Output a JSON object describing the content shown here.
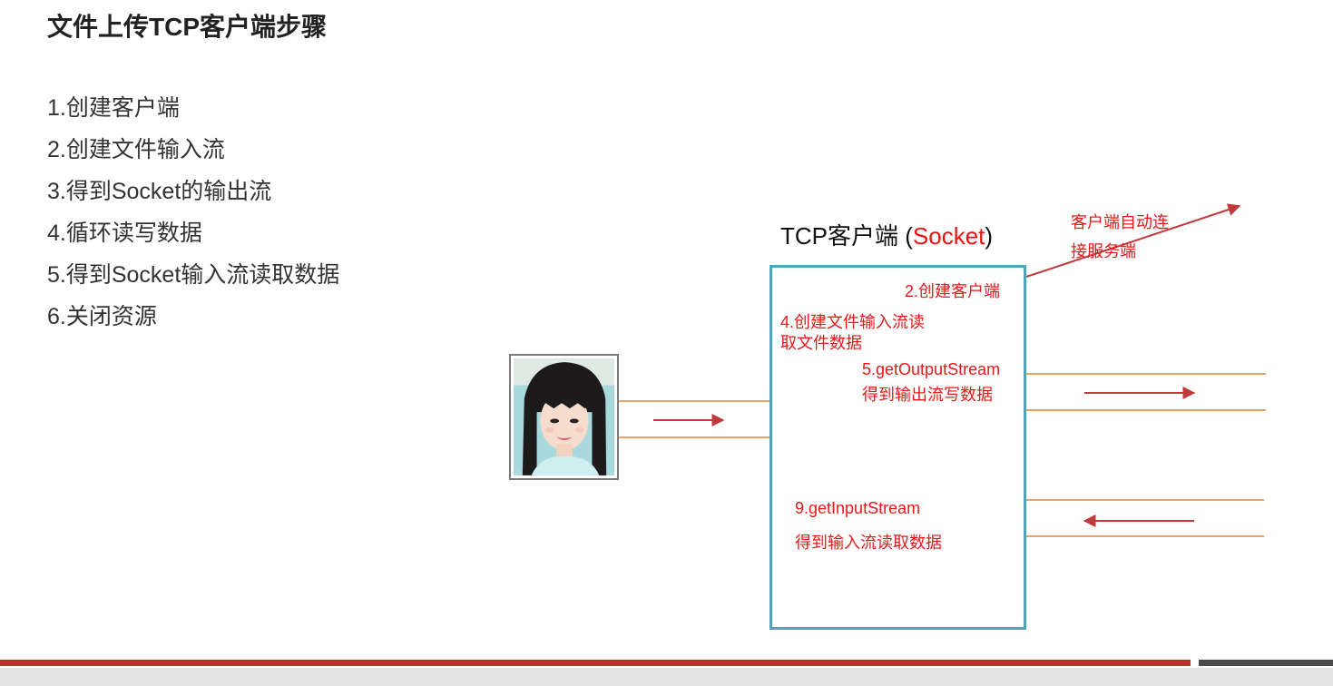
{
  "title": "文件上传TCP客户端步骤",
  "steps": [
    "1.创建客户端",
    "2.创建文件输入流",
    "3.得到Socket的输出流",
    "4.循环读写数据",
    "5.得到Socket输入流读取数据",
    "6.关闭资源"
  ],
  "client": {
    "label_prefix": "TCP客户端 (",
    "label_socket": "Socket",
    "label_suffix": ")"
  },
  "notes": {
    "auto_connect_line1": "客户端自动连",
    "auto_connect_line2": "接服务端",
    "create_client": "2.创建客户端",
    "read_file_line1": "4.创建文件输入流读",
    "read_file_line2": "取文件数据",
    "output_stream": "5.getOutputStream",
    "output_stream_desc": "得到输出流写数据",
    "input_stream": "9.getInputStream",
    "input_stream_desc": "得到输入流读取数据"
  },
  "colors": {
    "accent_red": "#e81818",
    "box_border": "#4aa6b8",
    "pipe_orange": "#f0a060",
    "arrow_red": "#c0393b",
    "bar_red": "#b3342d",
    "bar_gray": "#4a4a4a"
  }
}
